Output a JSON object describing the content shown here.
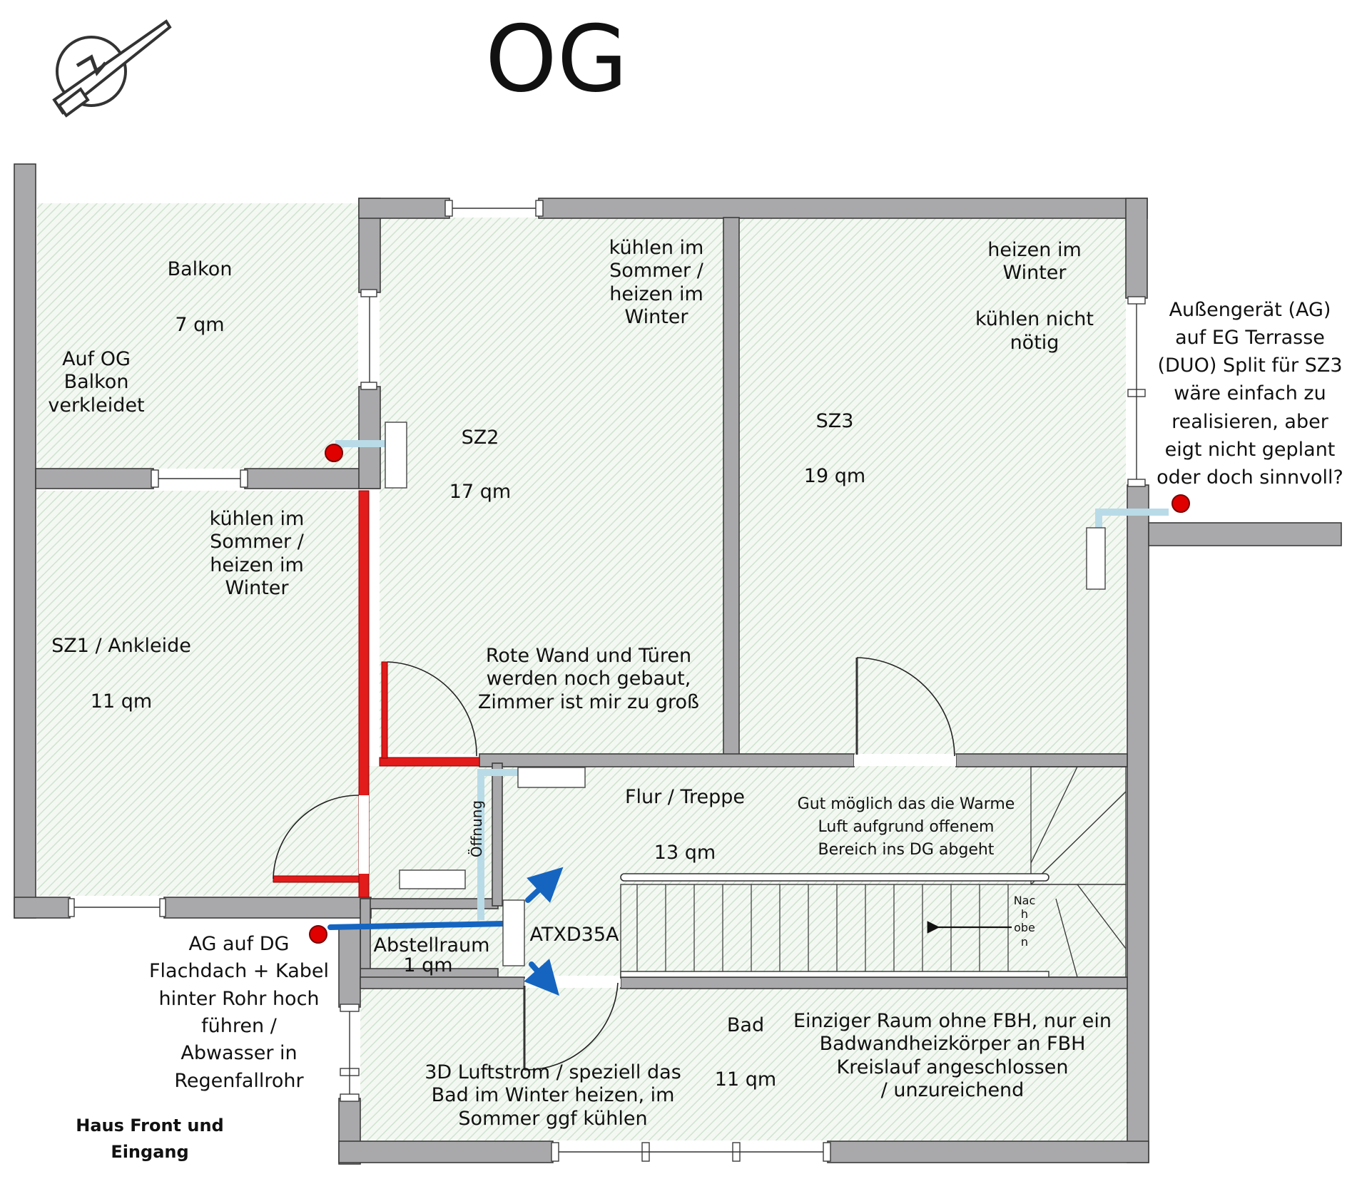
{
  "title": "OG",
  "rooms": {
    "balkon": {
      "name": "Balkon",
      "area": "7 qm",
      "note": "Auf OG\nBalkon\nverkleidet"
    },
    "sz2": {
      "name": "SZ2",
      "area": "17 qm",
      "note": "kühlen im\nSommer /\nheizen im\nWinter"
    },
    "sz3": {
      "name": "SZ3",
      "area": "19 qm",
      "note": "heizen im\nWinter\n\nkühlen nicht\nnötig"
    },
    "sz1": {
      "name": "SZ1 / Ankleide",
      "area": "11 qm",
      "note": "kühlen im\nSommer /\nheizen im\nWinter"
    },
    "flur": {
      "name": "Flur / Treppe",
      "area": "13 qm",
      "note": "Gut möglich das die Warme\nLuft aufgrund offenem\nBereich ins DG abgeht"
    },
    "abstellraum": {
      "name": "Abstellraum",
      "area": "1 qm"
    },
    "bad": {
      "name": "Bad",
      "area": "11 qm",
      "note": "Einziger Raum ohne FBH, nur ein\nBadwandheizkörper an FBH\nKreislauf angeschlossen\n/ unzureichend"
    }
  },
  "annotations": {
    "red_wall": "Rote Wand und Türen\nwerden noch gebaut,\nZimmer ist mir zu groß",
    "outdoor_unit_sz3": "Außengerät (AG)\nauf EG Terrasse\n(DUO) Split für SZ3\nwäre einfach zu\nrealisieren, aber\neigt nicht geplant\noder doch sinnvoll?",
    "outdoor_unit_dg": "AG auf DG\nFlachdach + Kabel\nhinter Rohr hoch\nführen /\nAbwasser in\nRegenfallrohr",
    "front": "Haus Front und\nEingang",
    "opening": "Öffnung",
    "unit_model": "ATXD35A",
    "airflow": "3D Luftstrom / speziell das\nBad im Winter heizen, im\nSommer ggf kühlen",
    "stairs_up": "Nac\nh\nobe\nn"
  },
  "colors": {
    "wall": "#a9a9ab",
    "hatch": "#cfe3cf",
    "red_wall": "#e21b1b",
    "pipe_light": "#b9dbe8",
    "pipe_blue": "#1565c0",
    "marker": "#e00000"
  },
  "icons": [
    "compass-north-icon"
  ]
}
